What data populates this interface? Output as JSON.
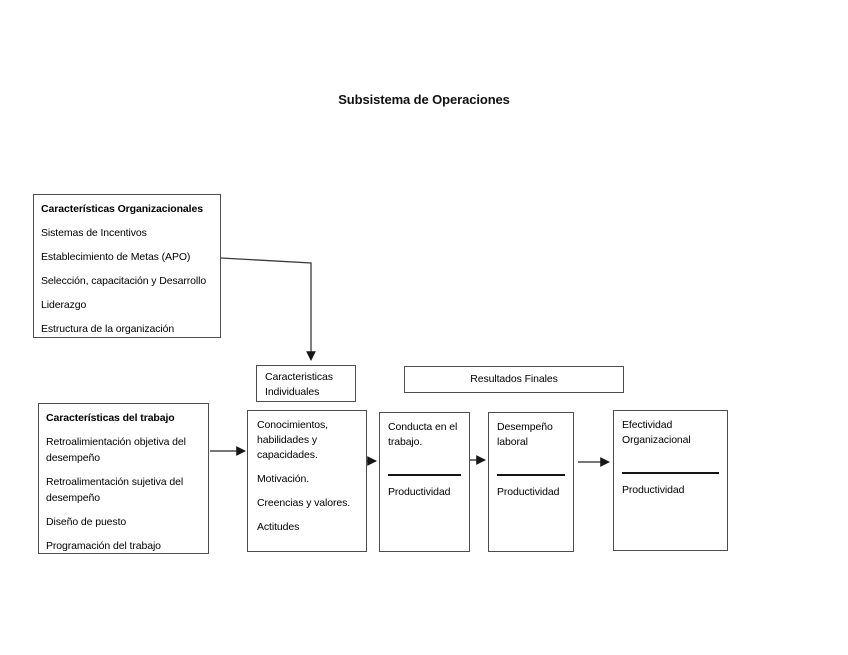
{
  "title": "Subsistema de Operaciones",
  "boxes": {
    "organizacionales": {
      "title": "Características Organizacionales",
      "items": [
        "Sistemas de Incentivos",
        "Establecimiento de Metas (APO)",
        "Selección, capacitación y Desarrollo",
        "Liderazgo",
        "Estructura de la organización"
      ]
    },
    "trabajo": {
      "title": "Características del trabajo",
      "items": [
        "Retroalimientación objetiva del desempeño",
        "Retroalimentación sujetiva del desempeño",
        "Diseño de puesto",
        "Programación del trabajo"
      ]
    },
    "individuales": {
      "label": "Caracteristicas Individuales"
    },
    "resultados": {
      "label": "Resultados Finales"
    },
    "conocimientos": {
      "items": [
        "Conocimientos, habilidades y capacidades.",
        "Motivación.",
        "Creencias y valores.",
        "Actitudes"
      ]
    },
    "conducta": {
      "top": "Conducta en el trabajo.",
      "bottom": "Productividad"
    },
    "desempeno": {
      "top": "Desempeño laboral",
      "bottom": "Productividad"
    },
    "efectividad": {
      "top": "Efectividad Organizacional",
      "bottom": "Productividad"
    }
  },
  "colors": {
    "background": "#ffffff",
    "box_border": "#4d4d4d",
    "text": "#000000",
    "arrow": "#262626"
  }
}
